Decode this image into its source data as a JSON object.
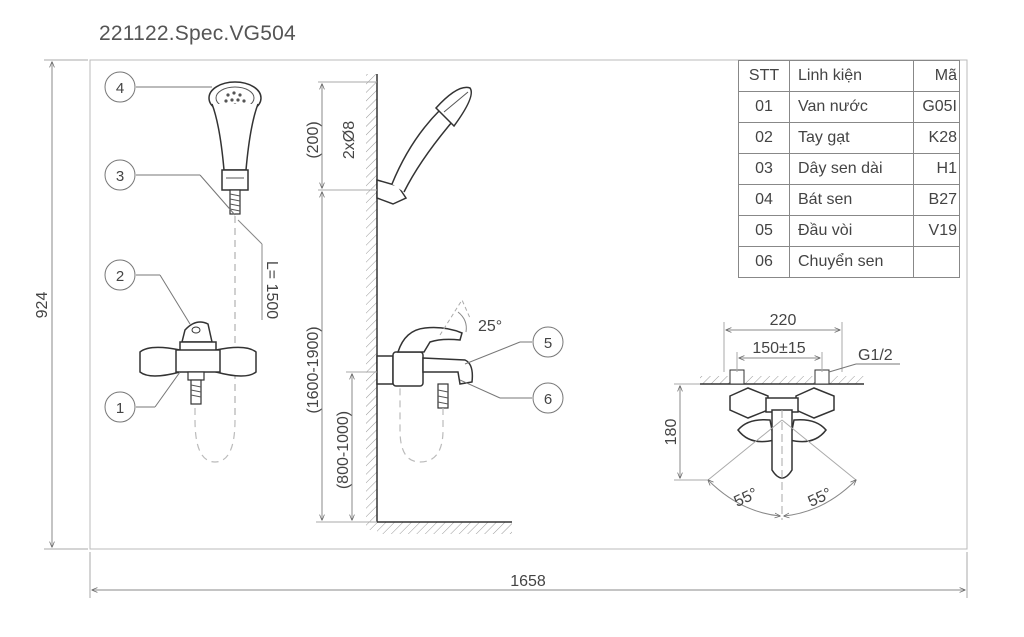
{
  "document": {
    "title": "221122.Spec.VG504"
  },
  "dimensions": {
    "overall_width": "1658",
    "overall_height": "924",
    "hose_length": "L= 1500",
    "holder_gap": "(200)",
    "screws": "2xØ8",
    "holder_height": "(1600-1900)",
    "mixer_height": "(800-1000)",
    "lever_angle": "25°",
    "mount_width": "220",
    "mount_center": "150±15",
    "thread": "G1/2",
    "depth": "180",
    "angle_left": "55°",
    "angle_right": "55°"
  },
  "callouts": [
    "1",
    "2",
    "3",
    "4",
    "5",
    "6"
  ],
  "parts_table": {
    "headers": [
      "STT",
      "Linh kiện",
      "Mã"
    ],
    "rows": [
      [
        "01",
        "Van nước",
        "G05I"
      ],
      [
        "02",
        "Tay gạt",
        "K28"
      ],
      [
        "03",
        "Dây sen dài",
        "H1"
      ],
      [
        "04",
        "Bát sen",
        "B27"
      ],
      [
        "05",
        "Đầu vòi",
        "V19"
      ],
      [
        "06",
        "Chuyển sen",
        ""
      ]
    ]
  }
}
